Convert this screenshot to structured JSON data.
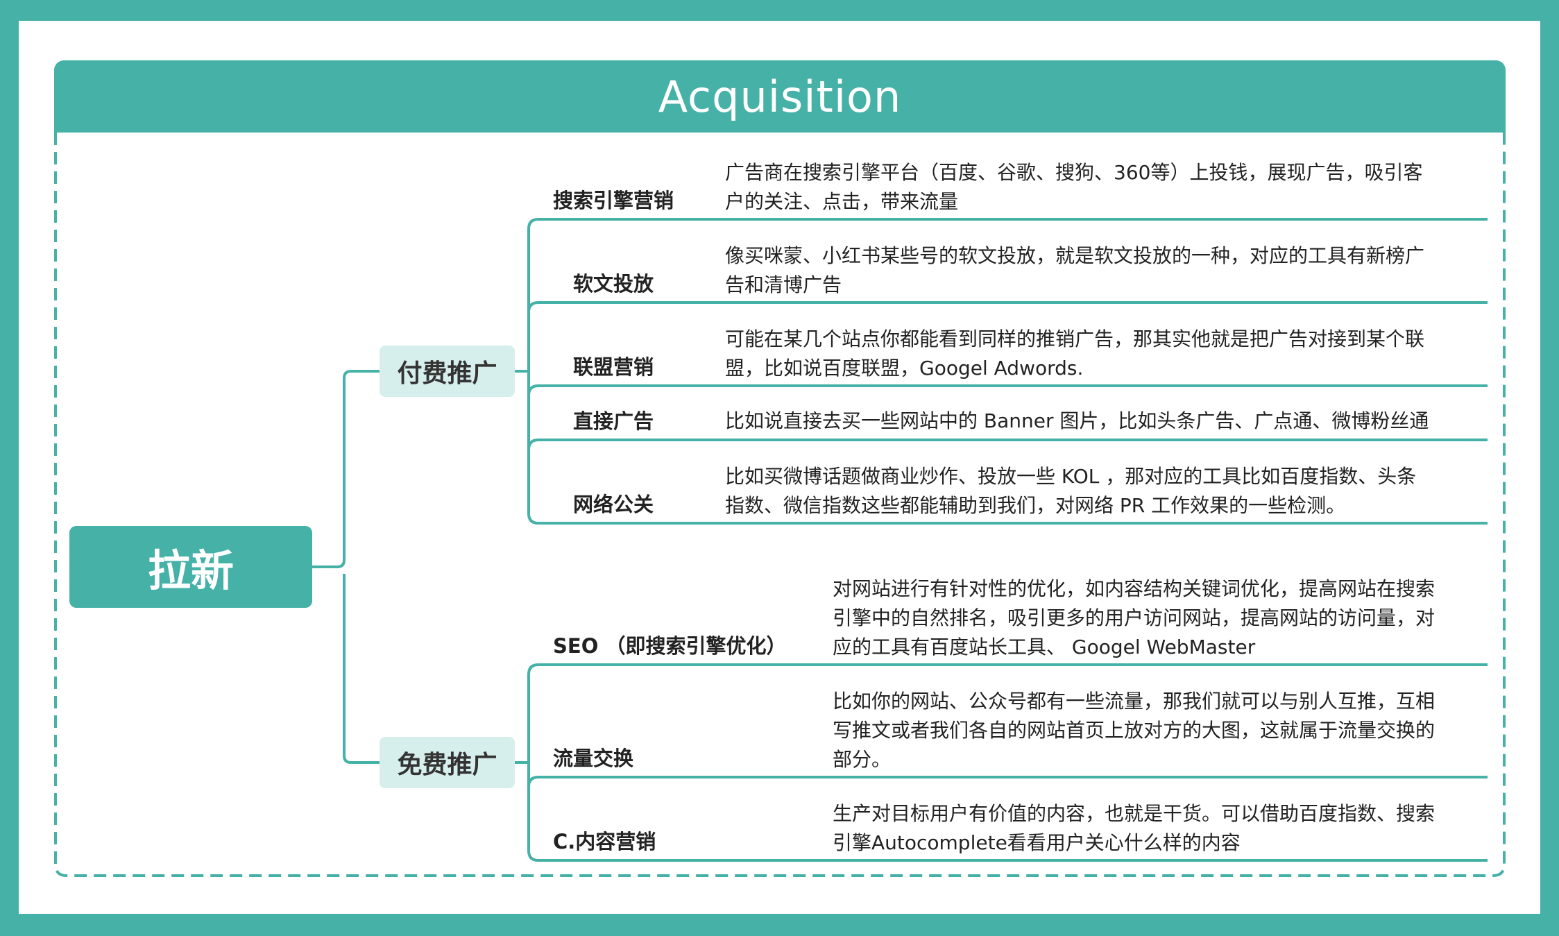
{
  "header": {
    "title": "Acquisition"
  },
  "root": {
    "label": "拉新"
  },
  "colors": {
    "accent": "#46b1a7",
    "category_fill": "#d7efec",
    "text": "#222222"
  },
  "categories": [
    {
      "label": "付费推广",
      "items": [
        {
          "label": "搜索引擎营销",
          "desc": "广告商在搜索引擎平台（百度、谷歌、搜狗、360等）上投钱，展现广告，吸引客\n户的关注、点击，带来流量"
        },
        {
          "label": "软文投放",
          "desc": "像买咪蒙、小红书某些号的软文投放，就是软文投放的一种，对应的工具有新榜广\n告和清博广告"
        },
        {
          "label": "联盟营销",
          "desc": "可能在某几个站点你都能看到同样的推销广告，那其实他就是把广告对接到某个联\n盟，比如说百度联盟，Googel Adwords."
        },
        {
          "label": "直接广告",
          "desc": "比如说直接去买一些网站中的 Banner 图片，比如头条广告、广点通、微博粉丝通"
        },
        {
          "label": "网络公关",
          "desc": "比如买微博话题做商业炒作、投放一些 KOL ，那对应的工具比如百度指数、头条\n指数、微信指数这些都能辅助到我们，对网络 PR 工作效果的一些检测。"
        }
      ]
    },
    {
      "label": "免费推广",
      "items": [
        {
          "label": "SEO （即搜索引擎优化）",
          "desc": "对网站进行有针对性的优化，如内容结构关键词优化，提高网站在搜索\n引擎中的自然排名，吸引更多的用户访问网站，提高网站的访问量，对\n应的工具有百度站长工具、 Googel WebMaster"
        },
        {
          "label": "流量交换",
          "desc": "比如你的网站、公众号都有一些流量，那我们就可以与别人互推，互相\n写推文或者我们各自的网站首页上放对方的大图，这就属于流量交换的\n部分。"
        },
        {
          "label": "C.内容营销",
          "desc": "生产对目标用户有价值的内容，也就是干货。可以借助百度指数、搜索\n引擎Autocomplete看看用户关心什么样的内容"
        }
      ]
    }
  ]
}
